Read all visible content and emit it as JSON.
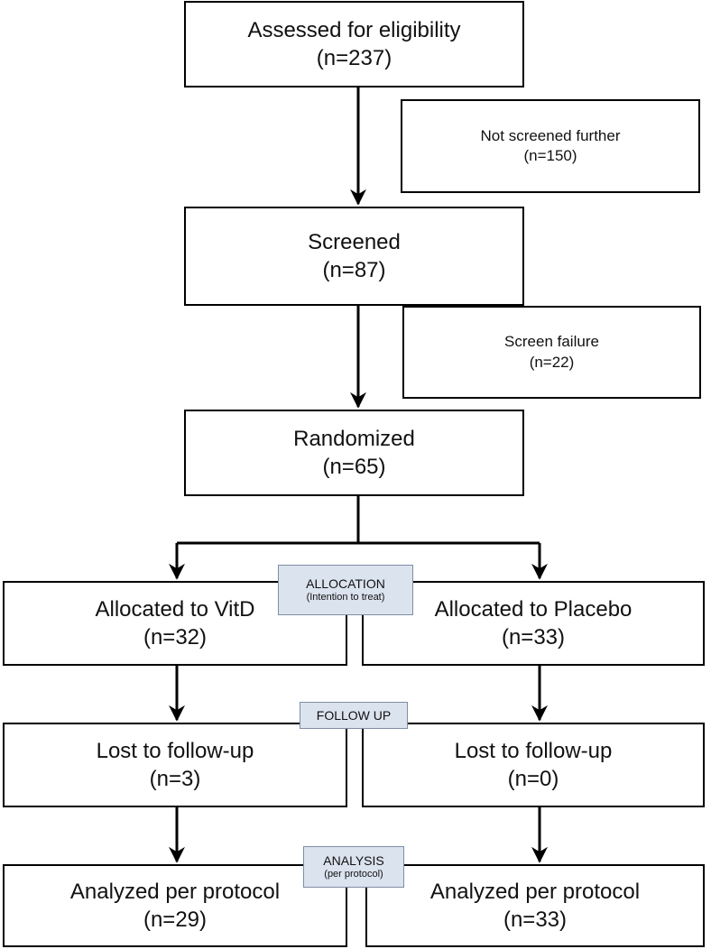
{
  "boxes": {
    "assessed": {
      "line1": "Assessed for eligibility",
      "line2": "(n=237)"
    },
    "not_screened": {
      "line1": "Not screened further",
      "line2": "(n=150)"
    },
    "screened": {
      "line1": "Screened",
      "line2": "(n=87)"
    },
    "screen_failure": {
      "line1": "Screen failure",
      "line2": "(n=22)"
    },
    "randomized": {
      "line1": "Randomized",
      "line2": "(n=65)"
    },
    "alloc_vitd": {
      "line1": "Allocated to VitD",
      "line2": "(n=32)"
    },
    "alloc_placebo": {
      "line1": "Allocated to Placebo",
      "line2": "(n=33)"
    },
    "lost_vitd": {
      "line1": "Lost to follow-up",
      "line2": "(n=3)"
    },
    "lost_placebo": {
      "line1": "Lost to follow-up",
      "line2": "(n=0)"
    },
    "analyzed_vitd": {
      "line1": "Analyzed per protocol",
      "line2": "(n=29)"
    },
    "analyzed_placebo": {
      "line1": "Analyzed per protocol",
      "line2": "(n=33)"
    }
  },
  "stage_labels": {
    "allocation": {
      "main": "ALLOCATION",
      "sub": "(Intention to treat)"
    },
    "follow_up": {
      "main": "FOLLOW UP"
    },
    "analysis": {
      "main": "ANALYSIS",
      "sub": "(per protocol)"
    }
  }
}
